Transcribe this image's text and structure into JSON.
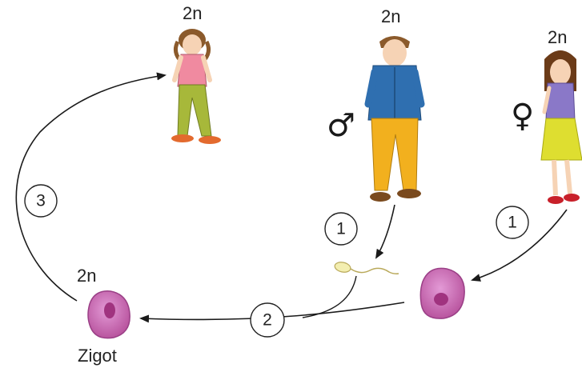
{
  "ploidy_label": "2n",
  "zygote_label": "Zigot",
  "male_symbol": "♂",
  "female_symbol": "♀",
  "steps": {
    "meiosis_male": "1",
    "meiosis_female": "1",
    "fertilization": "2",
    "development": "3"
  },
  "colors": {
    "cell_fill": "#c468b4",
    "nucleus": "#a0337f",
    "arrow": "#1a1a1a",
    "circle_stroke": "#222222"
  }
}
